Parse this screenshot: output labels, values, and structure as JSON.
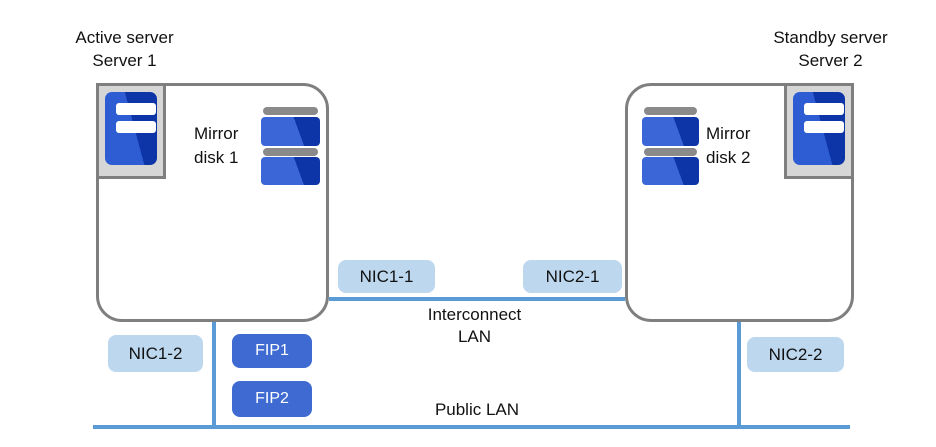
{
  "servers": {
    "server1": {
      "role": "Active server",
      "name": "Server 1",
      "disk_label_line1": "Mirror",
      "disk_label_line2": "disk 1"
    },
    "server2": {
      "role": "Standby server",
      "name": "Server 2",
      "disk_label_line1": "Mirror",
      "disk_label_line2": "disk 2"
    }
  },
  "nics": {
    "nic1_1": "NIC1-1",
    "nic2_1": "NIC2-1",
    "nic1_2": "NIC1-2",
    "nic2_2": "NIC2-2"
  },
  "fips": {
    "fip1": "FIP1",
    "fip2": "FIP2"
  },
  "networks": {
    "interconnect_line1": "Interconnect",
    "interconnect_line2": "LAN",
    "public": "Public LAN"
  },
  "colors": {
    "nic_badge": "#bdd7ee",
    "fip_badge": "#3e6ad2",
    "lan_line": "#5b9bd5",
    "box_border": "#7f7f7f",
    "icon_frame_fill": "#d6d6d6",
    "server_blue_light": "#2e5cd3",
    "server_blue_dark": "#0e35a8",
    "disk_blue_light": "#3b66d8",
    "disk_cap_gray": "#8a8a8a",
    "text": "#111111"
  }
}
